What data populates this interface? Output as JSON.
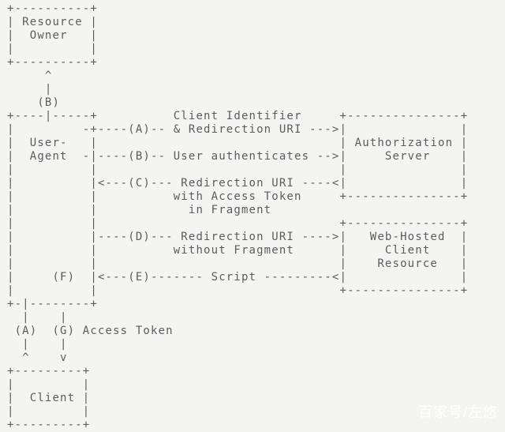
{
  "colors": {
    "background": "#f4f4f2",
    "text": "#5b5c5f",
    "watermark": "#ffffff"
  },
  "diagram": {
    "lines": [
      "+----------+",
      "| Resource |",
      "|  Owner   |",
      "|          |",
      "+----------+",
      "     ^",
      "     |",
      "    (B)",
      "+----|-----+          Client Identifier     +---------------+",
      "|         -+----(A)-- & Redirection URI --->|               |",
      "|  User-   |                                | Authorization |",
      "|  Agent  -|----(B)-- User authenticates -->|     Server    |",
      "|          |                                |               |",
      "|          |<---(C)--- Redirection URI ----<|               |",
      "|          |          with Access Token     +---------------+",
      "|          |            in Fragment",
      "|          |                                +---------------+",
      "|          |----(D)--- Redirection URI ---->|   Web-Hosted  |",
      "|          |          without Fragment      |     Client    |",
      "|          |                                |    Resource   |",
      "|     (F)  |<---(E)------- Script ---------<|               |",
      "|          |                                +---------------+",
      "+-|--------+",
      "  |    |",
      " (A)  (G) Access Token",
      "  |    |",
      "  ^    v",
      "+---------+",
      "|         |",
      "|  Client |",
      "|         |",
      "+---------+"
    ],
    "actors": [
      "Resource Owner",
      "User-Agent",
      "Authorization Server",
      "Web-Hosted Client Resource",
      "Client"
    ],
    "steps": {
      "A": "Client Identifier & Redirection URI",
      "B": "User authenticates",
      "C": "Redirection URI with Access Token in Fragment",
      "D": "Redirection URI without Fragment",
      "E": "Script",
      "G": "Access Token"
    }
  },
  "watermark": {
    "text": "百家号/左悠"
  }
}
